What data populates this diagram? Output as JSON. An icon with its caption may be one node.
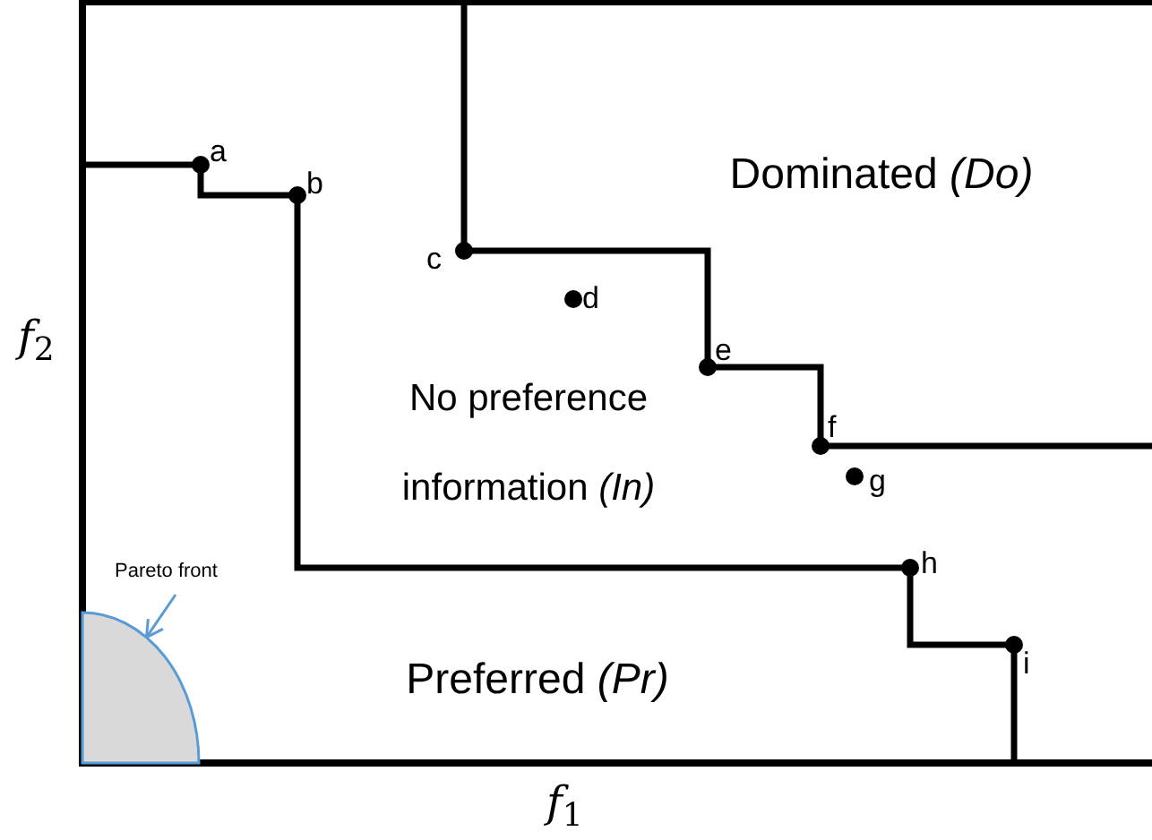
{
  "diagram": {
    "nodes": [
      {
        "text": [
          "Pareto front"
        ]
      },
      {
        "text": [],
        "shape": "circle"
      }
    ],
    "edges": [
      {
        "from": 0,
        "to": 1,
        "arrow": "to"
      }
    ],
    "labels": [
      "a",
      "b",
      "Dominated *(Do)*",
      "c",
      "d",
      "*f*$_{2}$",
      "e",
      "No preference information *(In)*",
      "f",
      "g",
      "h",
      "i",
      "Preferred *(Pr)*",
      "*f*$_{1}$"
    ]
  }
}
